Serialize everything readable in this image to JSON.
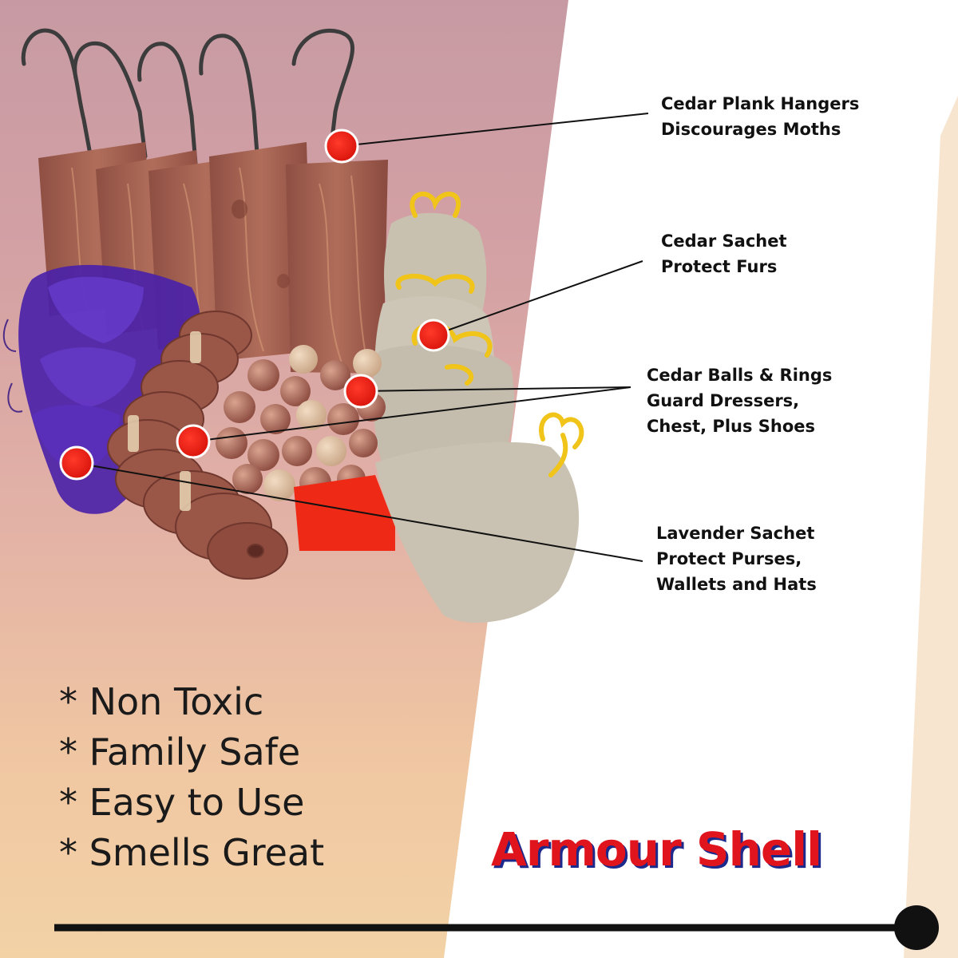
{
  "callouts": [
    {
      "line1": "Cedar Plank Hangers",
      "line2": "Discourages Moths"
    },
    {
      "line1": "Cedar Sachet",
      "line2": "Protect Furs"
    },
    {
      "line1": "Cedar Balls & Rings",
      "line2": "Guard Dressers,",
      "line3": "Chest, Plus Shoes"
    },
    {
      "line1": "Lavender Sachet",
      "line2": "Protect Purses,",
      "line3": "Wallets and Hats"
    }
  ],
  "features": [
    "* Non Toxic",
    "* Family Safe",
    "* Easy to Use",
    "* Smells Great"
  ],
  "brand": "Armour Shell",
  "colors": {
    "brand_red": "#e0141d",
    "brand_shadow_blue": "#1b2a8c",
    "marker_red": "#e8190f",
    "cedar": "#9c5a4a",
    "lavender_bag": "#4b22a8",
    "burlap": "#c9c2b2",
    "string_yellow": "#f0c419"
  }
}
